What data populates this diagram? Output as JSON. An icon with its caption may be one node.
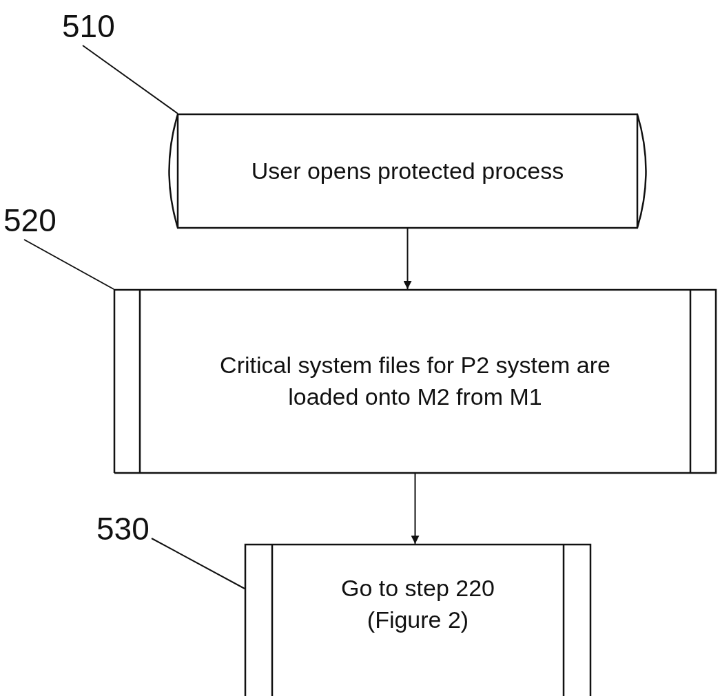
{
  "diagram": {
    "nodes": [
      {
        "text": [
          "510"
        ]
      },
      {
        "text": [
          "User opens protected process"
        ]
      },
      {
        "text": [
          "520"
        ]
      },
      {
        "text": [
          "Critical system files for P2 system are loaded onto M2 from M1"
        ]
      },
      {
        "text": [
          "530"
        ]
      },
      {
        "text": [
          "Go to step 220 (Figure 2)"
        ]
      }
    ],
    "edges": [
      {
        "from": 0,
        "to": 1,
        "arrow": "none"
      },
      {
        "from": 1,
        "to": 3,
        "arrow": "to"
      },
      {
        "from": 2,
        "to": 3,
        "arrow": "none"
      },
      {
        "from": 3,
        "to": 5,
        "arrow": "to"
      },
      {
        "from": 4,
        "to": 5,
        "arrow": "none"
      }
    ]
  }
}
